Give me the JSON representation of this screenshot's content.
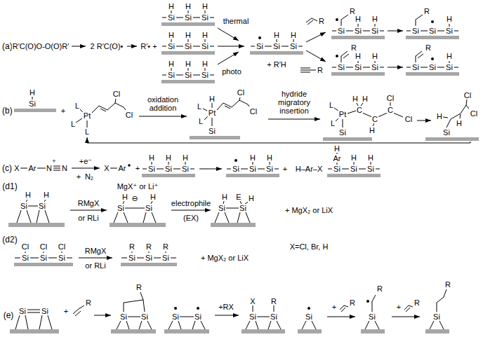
{
  "diagram": {
    "labels": [
      "(a)",
      "R′C(O)O-O(O)R′",
      "2 R′C(O)•",
      "R′• +",
      "H",
      "H",
      "H",
      "Si",
      "Si",
      "Si",
      "H",
      "H",
      "H",
      "Si",
      "Si",
      "Si",
      "H",
      "H",
      "H",
      "Si",
      "Si",
      "Si",
      "thermal",
      "photo",
      "H",
      "H",
      "Si",
      "Si",
      "Si",
      "+ R′H",
      "R",
      "R",
      "R",
      "H",
      "H",
      "Si",
      "Si",
      "Si",
      "R",
      "H",
      "Si",
      "Si",
      "Si",
      "R",
      "H",
      "H",
      "Si",
      "Si",
      "Si",
      "R",
      "H",
      "Si",
      "Si",
      "Si",
      "(b)",
      "H",
      "Si",
      "+",
      "L",
      "L",
      "L",
      "Pt",
      "Cl",
      "Cl",
      "oxidation addition",
      "H",
      "L",
      "L",
      "Pt",
      "Si",
      "Cl",
      "Cl",
      "hydride migratory insertion",
      "L",
      "L",
      "Pt",
      "Si",
      "H",
      "H",
      "C",
      "C",
      "H",
      "Cl",
      "C",
      "Cl",
      "H",
      "H",
      "Cl",
      "Cl",
      "Si",
      "(c)",
      "X",
      "Ar",
      "N",
      "N",
      "+",
      "+e⁻",
      "+",
      "N₂",
      "X",
      "Ar",
      "+",
      "H",
      "H",
      "H",
      "Si",
      "Si",
      "Si",
      "H",
      "H",
      "Si",
      "Si",
      "Si",
      "+",
      "H–Ar–X",
      "H",
      "Ar",
      "H",
      "H",
      "Si",
      "Si",
      "Si",
      "(d1)",
      "H",
      "Si",
      "H",
      "Si",
      "RMgX",
      "or RLi",
      "MgX⁺ or Li⁺",
      "H",
      "Si",
      "⊖",
      "H",
      "Si",
      "electrophile",
      "(EX)",
      "H",
      "E",
      "H",
      "Si",
      "Si",
      "+ MgX₂ or LiX",
      "(d2)",
      "Cl",
      "Cl",
      "Cl",
      "Si",
      "Si",
      "Si",
      "RMgX",
      "or RLi",
      "R",
      "R",
      "R",
      "Si",
      "Si",
      "Si",
      "+ MgX₂ or LiX",
      "X=Cl, Br, H",
      "(e)",
      "Si",
      "Si",
      "+",
      "R",
      "R",
      "Si",
      "Si",
      "Si",
      "Si",
      "+RX",
      "X",
      "R",
      "Si",
      "Si",
      "Si",
      "+",
      "R",
      "R",
      "Si",
      "+",
      "R",
      "R",
      "Si"
    ]
  }
}
